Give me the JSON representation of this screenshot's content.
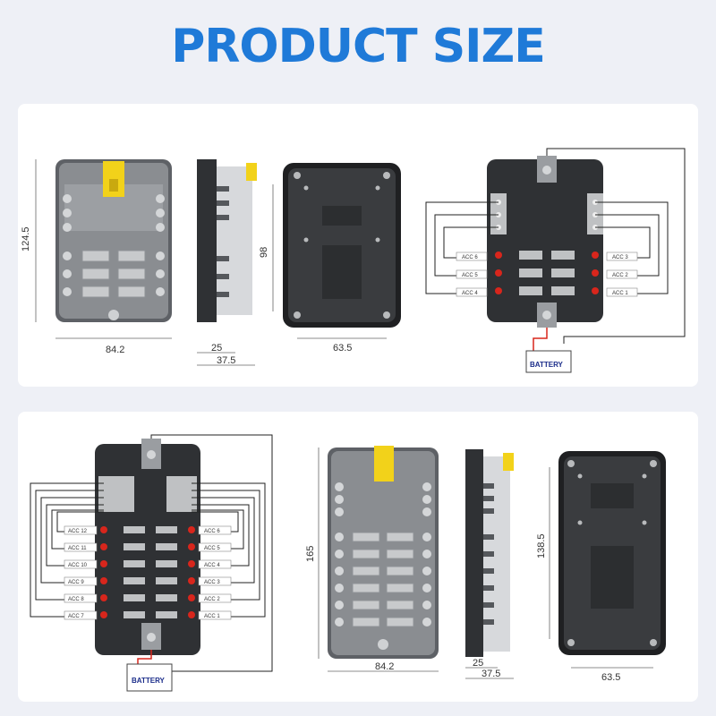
{
  "header": {
    "title": "PRODUCT SIZE"
  },
  "panel_top": {
    "front_height": "124.5",
    "front_width": "84.2",
    "side_depth_inner": "25",
    "side_depth_total": "37.5",
    "back_height": "98",
    "back_width": "63.5",
    "battery_label": "BATTERY",
    "acc_left": [
      "ACC 6",
      "ACC 5",
      "ACC 4"
    ],
    "acc_right": [
      "ACC 3",
      "ACC 2",
      "ACC 1"
    ]
  },
  "panel_bottom": {
    "front_height": "165",
    "front_width": "84.2",
    "side_depth_inner": "25",
    "side_depth_total": "37.5",
    "back_height": "138.5",
    "back_width": "63.5",
    "battery_label": "BATTERY",
    "acc_left": [
      "ACC 12",
      "ACC 11",
      "ACC 10",
      "ACC 9",
      "ACC 8",
      "ACC 7"
    ],
    "acc_right": [
      "ACC 6",
      "ACC 5",
      "ACC 4",
      "ACC 3",
      "ACC 2",
      "ACC 1"
    ]
  },
  "colors": {
    "title_blue": "#1f7ad8",
    "box_dark": "#2f3134",
    "fuse_yellow": "#f2d21a",
    "wire_red": "#d8261c"
  }
}
